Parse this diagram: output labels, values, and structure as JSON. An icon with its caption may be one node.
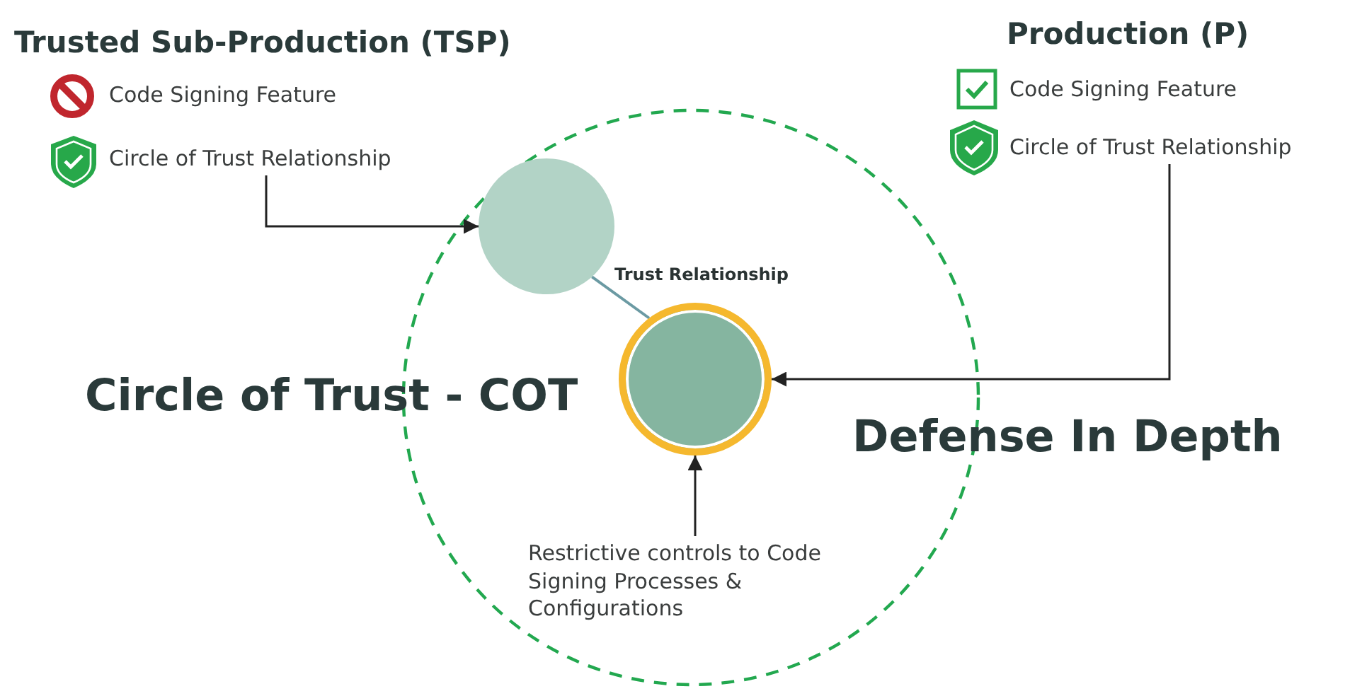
{
  "diagram": {
    "nodes": [
      {
        "text": [
          "Circle of Trust Relationship"
        ]
      },
      {
        "text": [],
        "shape": "circle"
      },
      {
        "text": [],
        "shape": "circle"
      },
      {
        "text": [
          "Circle of Trust Relationship"
        ]
      },
      {
        "text": [
          "Restrictive controls to Code Signing Processes & Configurations"
        ]
      }
    ],
    "edges": [
      {
        "from": 0,
        "to": 1,
        "arrow": "to"
      },
      {
        "from": 1,
        "to": 2,
        "arrow": "none",
        "label": "Trust Relationship",
        "color": "#6b9aa3"
      },
      {
        "from": 3,
        "to": 2,
        "arrow": "to"
      },
      {
        "from": 4,
        "to": 2,
        "arrow": "to"
      }
    ],
    "labels": [
      "Trusted Sub-Production (TSP)",
      "Code Signing Feature",
      "Production (P)",
      "Code Signing Feature",
      "Circle of Trust - COT",
      "Defense In Depth"
    ]
  }
}
